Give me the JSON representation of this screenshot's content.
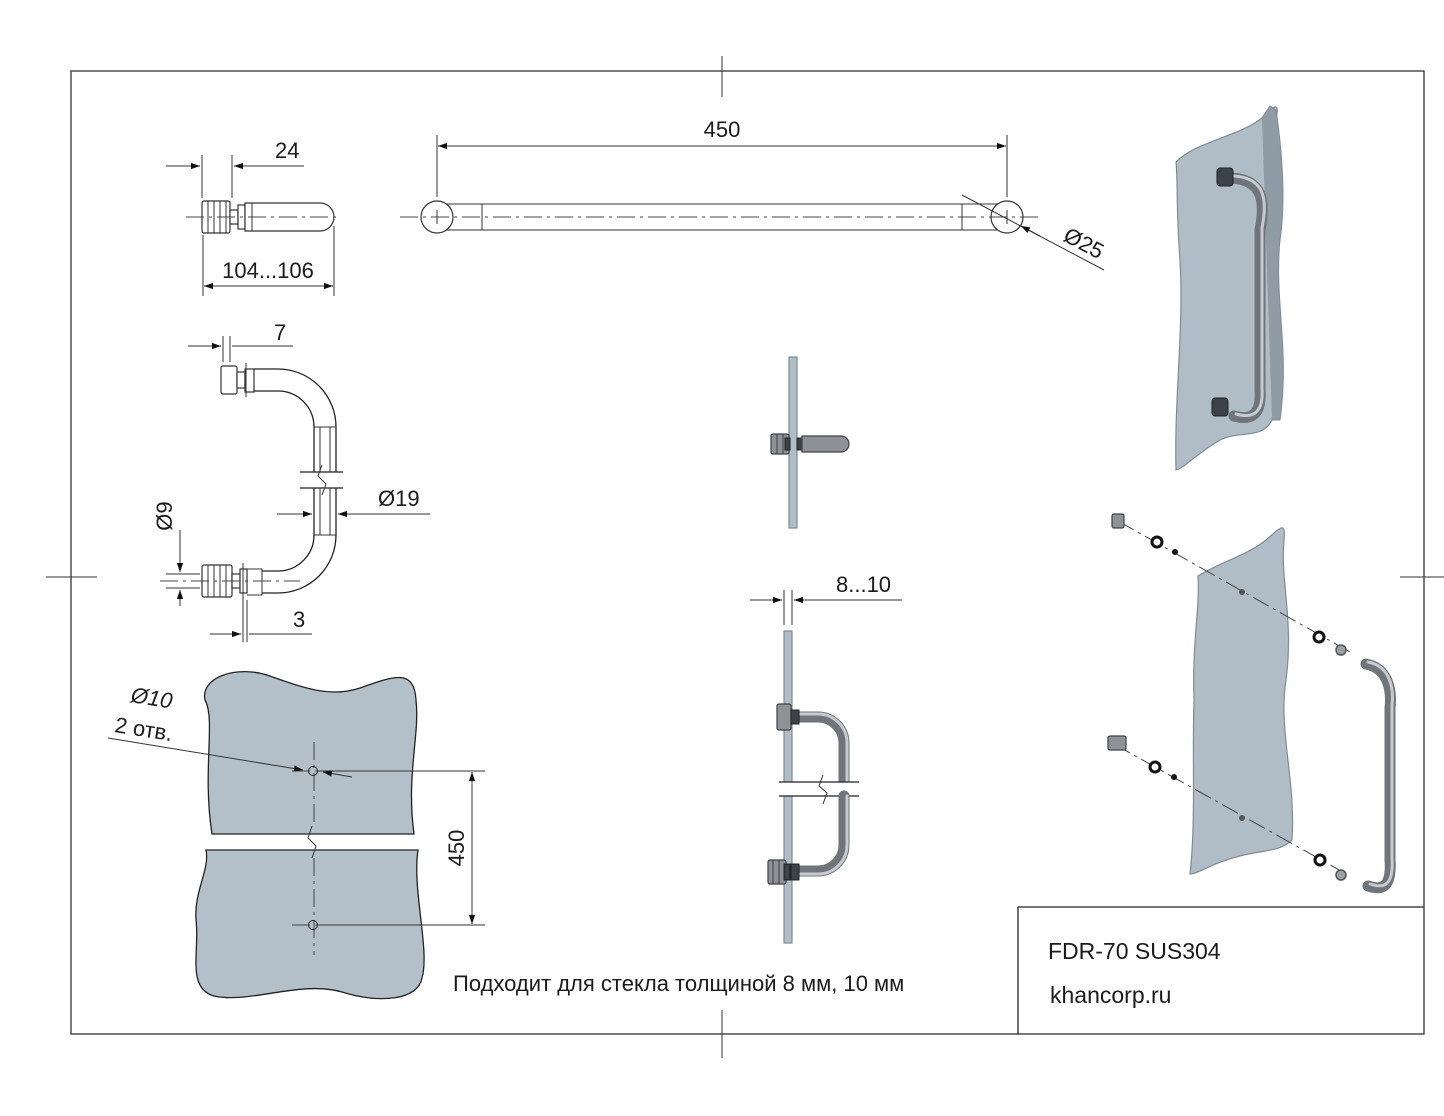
{
  "dimensions": {
    "length_overall": "450",
    "rod_diameter_end": "Ø25",
    "pin_width": "24",
    "pin_length": "104...106",
    "pin_gap": "7",
    "rod_diameter": "Ø19",
    "hole_diameter_small": "Ø9",
    "washer_thickness": "3",
    "glass_thickness": "8...10",
    "hole_center_distance": "450",
    "hole_callout_diameter": "Ø10",
    "hole_callout_count": "2 отв."
  },
  "note": "Подходит для стекла толщиной 8 мм, 10 мм",
  "title_block": {
    "model": "FDR-70 SUS304",
    "website": "khancorp.ru"
  },
  "colors": {
    "glass": "#b4c0c9",
    "metal": "#8e9296",
    "line": "#222222"
  }
}
